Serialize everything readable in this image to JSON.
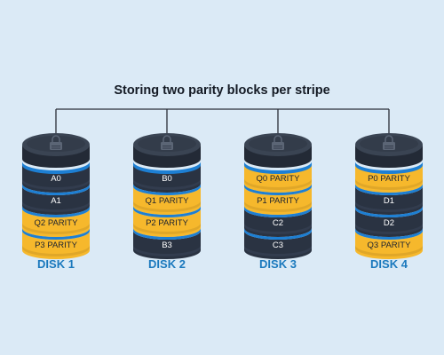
{
  "title": "Storing two parity blocks per stripe",
  "colors": {
    "background": "#dbeaf6",
    "data_block": "#2a3342",
    "parity_block": "#f6b82c",
    "stripe_separator": "#1d7fd3",
    "label": "#1b79bd"
  },
  "disks": [
    {
      "label": "DISK 1",
      "blocks": [
        {
          "text": "A0",
          "kind": "data"
        },
        {
          "text": "A1",
          "kind": "data"
        },
        {
          "text": "Q2 PARITY",
          "kind": "parity"
        },
        {
          "text": "P3 PARITY",
          "kind": "parity"
        }
      ]
    },
    {
      "label": "DISK 2",
      "blocks": [
        {
          "text": "B0",
          "kind": "data"
        },
        {
          "text": "Q1 PARITY",
          "kind": "parity"
        },
        {
          "text": "P2 PARITY",
          "kind": "parity"
        },
        {
          "text": "B3",
          "kind": "data"
        }
      ]
    },
    {
      "label": "DISK 3",
      "blocks": [
        {
          "text": "Q0 PARITY",
          "kind": "parity"
        },
        {
          "text": "P1 PARITY",
          "kind": "parity"
        },
        {
          "text": "C2",
          "kind": "data"
        },
        {
          "text": "C3",
          "kind": "data"
        }
      ]
    },
    {
      "label": "DISK 4",
      "blocks": [
        {
          "text": "P0 PARITY",
          "kind": "parity"
        },
        {
          "text": "D1",
          "kind": "data"
        },
        {
          "text": "D2",
          "kind": "data"
        },
        {
          "text": "Q3 PARITY",
          "kind": "parity"
        }
      ]
    }
  ]
}
